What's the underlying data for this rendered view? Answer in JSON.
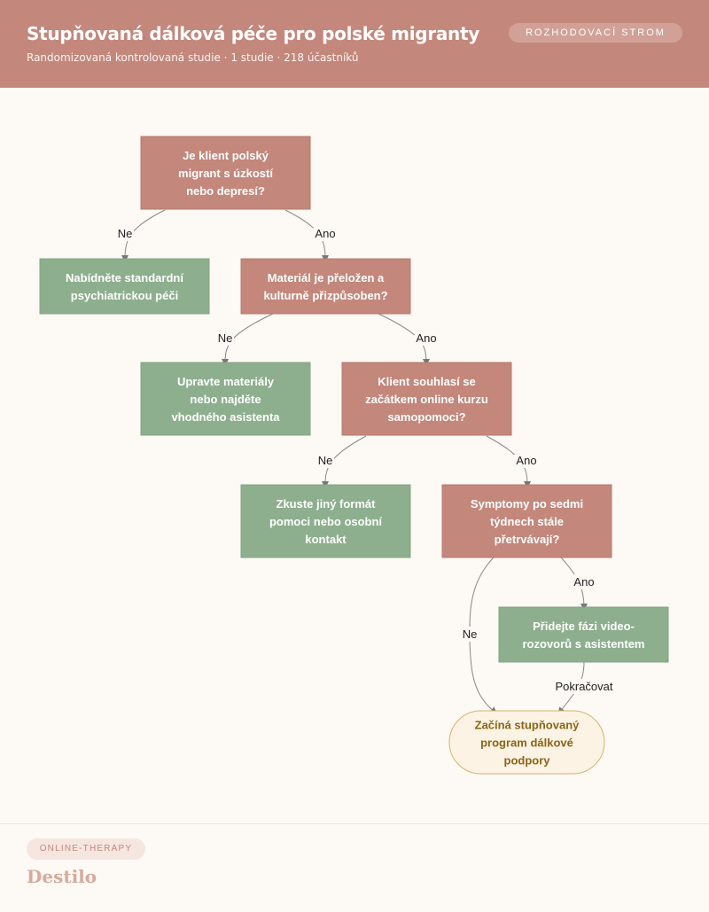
{
  "header": {
    "title": "Stupňovaná dálková péče pro polské migranty",
    "subtitle": "Randomizovaná kontrolovaná studie · 1 studie · 218 účastníků",
    "badge": "ROZHODOVACÍ STROM"
  },
  "colors": {
    "header_bg": "#c4877b",
    "decision": "#c4877b",
    "action": "#8daf8e",
    "terminal_fill": "#fdf3e4",
    "terminal_stroke": "#d8b36e",
    "terminal_text": "#8a6416",
    "edge": "#888888"
  },
  "nodes": [
    {
      "id": "q1",
      "type": "decision",
      "lines": [
        "Je klient polský",
        "migrant s úzkostí",
        "nebo depresí?"
      ]
    },
    {
      "id": "a1",
      "type": "action",
      "lines": [
        "Nabídněte standardní",
        "psychiatrickou péči"
      ]
    },
    {
      "id": "q2",
      "type": "decision",
      "lines": [
        "Materiál je přeložen a",
        "kulturně přizpůsoben?"
      ]
    },
    {
      "id": "a2",
      "type": "action",
      "lines": [
        "Upravte materiály",
        "nebo najděte",
        "vhodného asistenta"
      ]
    },
    {
      "id": "q3",
      "type": "decision",
      "lines": [
        "Klient souhlasí se",
        "začátkem online kurzu",
        "samopomoci?"
      ]
    },
    {
      "id": "a3",
      "type": "action",
      "lines": [
        "Zkuste jiný formát",
        "pomoci nebo osobní",
        "kontakt"
      ]
    },
    {
      "id": "q4",
      "type": "decision",
      "lines": [
        "Symptomy po sedmi",
        "týdnech stále",
        "přetrvávají?"
      ]
    },
    {
      "id": "a4",
      "type": "action",
      "lines": [
        "Přidejte fázi video-",
        "rozovorů s asistentem"
      ]
    },
    {
      "id": "t1",
      "type": "terminal",
      "lines": [
        "Začíná stupňovaný",
        "program dálkové",
        "podpory"
      ]
    }
  ],
  "edges": [
    {
      "from": "q1",
      "to": "a1",
      "label": "Ne"
    },
    {
      "from": "q1",
      "to": "q2",
      "label": "Ano"
    },
    {
      "from": "q2",
      "to": "a2",
      "label": "Ne"
    },
    {
      "from": "q2",
      "to": "q3",
      "label": "Ano"
    },
    {
      "from": "q3",
      "to": "a3",
      "label": "Ne"
    },
    {
      "from": "q3",
      "to": "q4",
      "label": "Ano"
    },
    {
      "from": "q4",
      "to": "t1",
      "label": "Ne"
    },
    {
      "from": "q4",
      "to": "a4",
      "label": "Ano"
    },
    {
      "from": "a4",
      "to": "t1",
      "label": "Pokračovat"
    }
  ],
  "footer": {
    "tag": "ONLINE-THERAPY",
    "brand": "Destilo"
  }
}
